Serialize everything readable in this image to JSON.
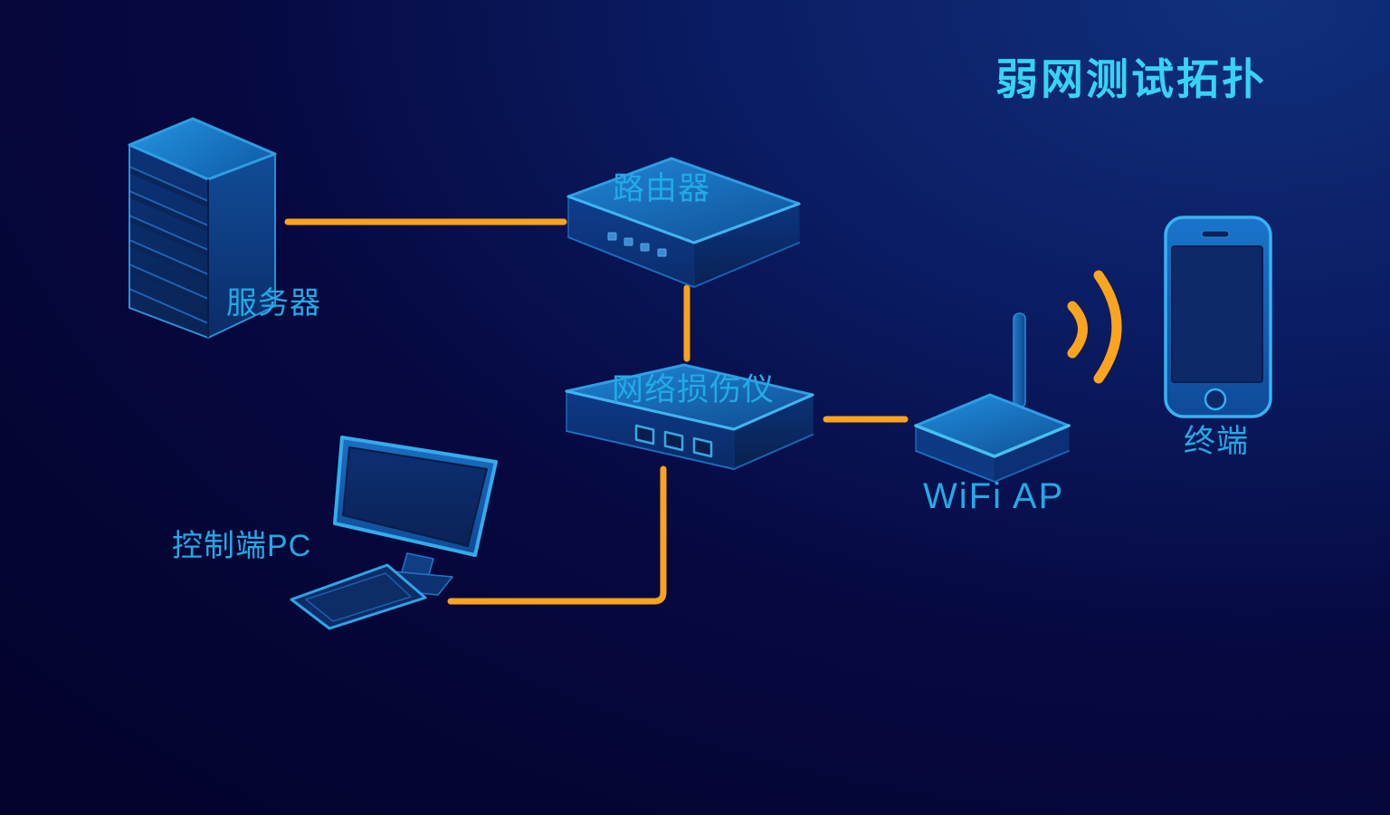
{
  "title": "弱网测试拓扑",
  "diagram": {
    "nodes": [
      {
        "id": "server",
        "label": "服务器",
        "type": "server-tower"
      },
      {
        "id": "router",
        "label": "路由器",
        "type": "router-box"
      },
      {
        "id": "impairment",
        "label": "网络损伤仪",
        "type": "network-impairment-instrument"
      },
      {
        "id": "control-pc",
        "label": "控制端PC",
        "type": "desktop-computer"
      },
      {
        "id": "wifi-ap",
        "label": "WiFi AP",
        "type": "wireless-access-point"
      },
      {
        "id": "terminal",
        "label": "终端",
        "type": "smartphone"
      }
    ],
    "connections": [
      {
        "from": "server",
        "to": "router",
        "type": "wired"
      },
      {
        "from": "router",
        "to": "impairment",
        "type": "wired"
      },
      {
        "from": "impairment",
        "to": "wifi-ap",
        "type": "wired"
      },
      {
        "from": "control-pc",
        "to": "impairment",
        "type": "wired"
      },
      {
        "from": "wifi-ap",
        "to": "terminal",
        "type": "wireless"
      }
    ]
  },
  "colors": {
    "background_bright": "#11307c",
    "background_dark": "#04032e",
    "connection_orange": "#fca31d",
    "label_cyan": "#22aae6",
    "title_cyan": "#36d4f4",
    "device_top_face": "#1f8ad8",
    "device_front_face": "#0e3c8c",
    "device_side_face": "#0b3078",
    "device_edge_highlight": "#3fb4f0"
  }
}
